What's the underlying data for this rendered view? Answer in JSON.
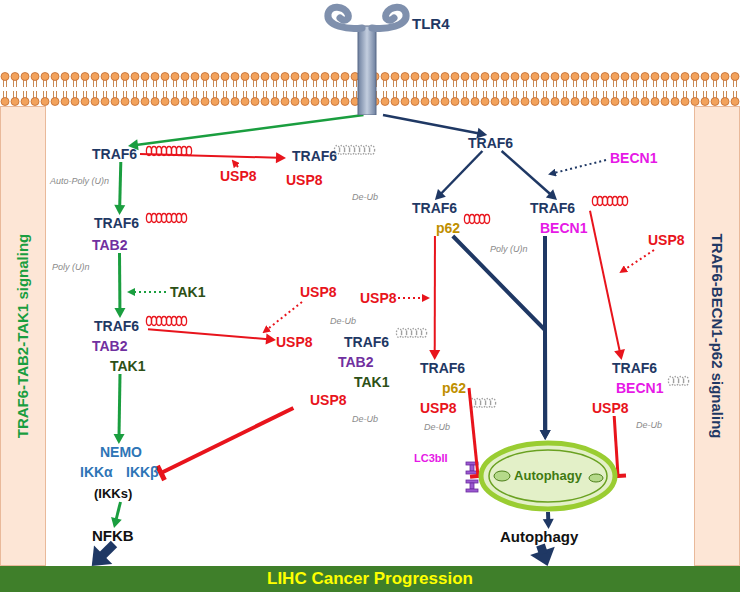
{
  "diagram": {
    "nodes": [
      {
        "text": [
          "TLR4"
        ]
      },
      {
        "text": [
          "TRAF6"
        ]
      },
      {
        "text": [
          "TRAF6",
          "USP8"
        ]
      },
      {
        "text": [
          "TRAF6",
          "TAB2"
        ]
      },
      {
        "text": [
          "TRAF6",
          "TAB2",
          "TAK1"
        ]
      },
      {
        "text": [
          "USP8",
          "TRAF6",
          "TAB2",
          "TAK1",
          "USP8"
        ]
      },
      {
        "text": [
          "NEMO",
          "IKKα",
          "IKKβ",
          "(IKKs)"
        ]
      },
      {
        "text": [
          "NFKB"
        ]
      },
      {
        "text": [
          "TRAF6"
        ]
      },
      {
        "text": [
          "TRAF6",
          "p62"
        ]
      },
      {
        "text": [
          "TRAF6",
          "BECN1"
        ]
      },
      {
        "text": [
          "TRAF6",
          "p62",
          "USP8"
        ]
      },
      {
        "text": [
          "TRAF6",
          "BECN1",
          "USP8"
        ]
      },
      {
        "text": [
          "Autophagy"
        ]
      },
      {
        "text": [
          "Autophagy"
        ]
      },
      {
        "text": [
          "LIHC Cancer Progression"
        ]
      },
      {
        "text": [
          "TRAF6-TAB2-TAK1 signaling"
        ]
      },
      {
        "text": [
          "TRAF6-BECN1-p62 signaling"
        ]
      }
    ],
    "edges": [
      {
        "from": 0,
        "to": 1,
        "arrow": "to"
      },
      {
        "from": 0,
        "to": 8,
        "arrow": "to"
      },
      {
        "from": 1,
        "to": 2,
        "arrow": "to"
      },
      {
        "from": 1,
        "to": 3,
        "arrow": "to"
      },
      {
        "from": 3,
        "to": 4,
        "arrow": "to"
      },
      {
        "from": 4,
        "to": 5,
        "arrow": "to"
      },
      {
        "from": 4,
        "to": 6,
        "arrow": "to"
      },
      {
        "from": 5,
        "to": 6,
        "arrow": "to"
      },
      {
        "from": 6,
        "to": 7,
        "arrow": "to"
      },
      {
        "from": 7,
        "to": 15,
        "arrow": "to"
      },
      {
        "from": 8,
        "to": 9,
        "arrow": "to"
      },
      {
        "from": 8,
        "to": 10,
        "arrow": "to"
      },
      {
        "from": 9,
        "to": 11,
        "arrow": "to"
      },
      {
        "from": 9,
        "to": 13,
        "arrow": "to"
      },
      {
        "from": 10,
        "to": 13,
        "arrow": "to"
      },
      {
        "from": 10,
        "to": 12,
        "arrow": "to"
      },
      {
        "from": 11,
        "to": 13,
        "arrow": "to"
      },
      {
        "from": 12,
        "to": 13,
        "arrow": "to"
      },
      {
        "from": 13,
        "to": 14,
        "arrow": "to"
      },
      {
        "from": 14,
        "to": 15,
        "arrow": "to"
      }
    ],
    "labels": [
      "USP8",
      "Auto-Poly (U)n",
      "Poly (U)n",
      "De-Ub",
      "TAK1",
      "USP8",
      "De-Ub",
      "De-Ub",
      "BECN1",
      "Poly (U)n",
      "USP8",
      "De-Ub",
      "USP8",
      "De-Ub",
      "LC3bII"
    ]
  }
}
